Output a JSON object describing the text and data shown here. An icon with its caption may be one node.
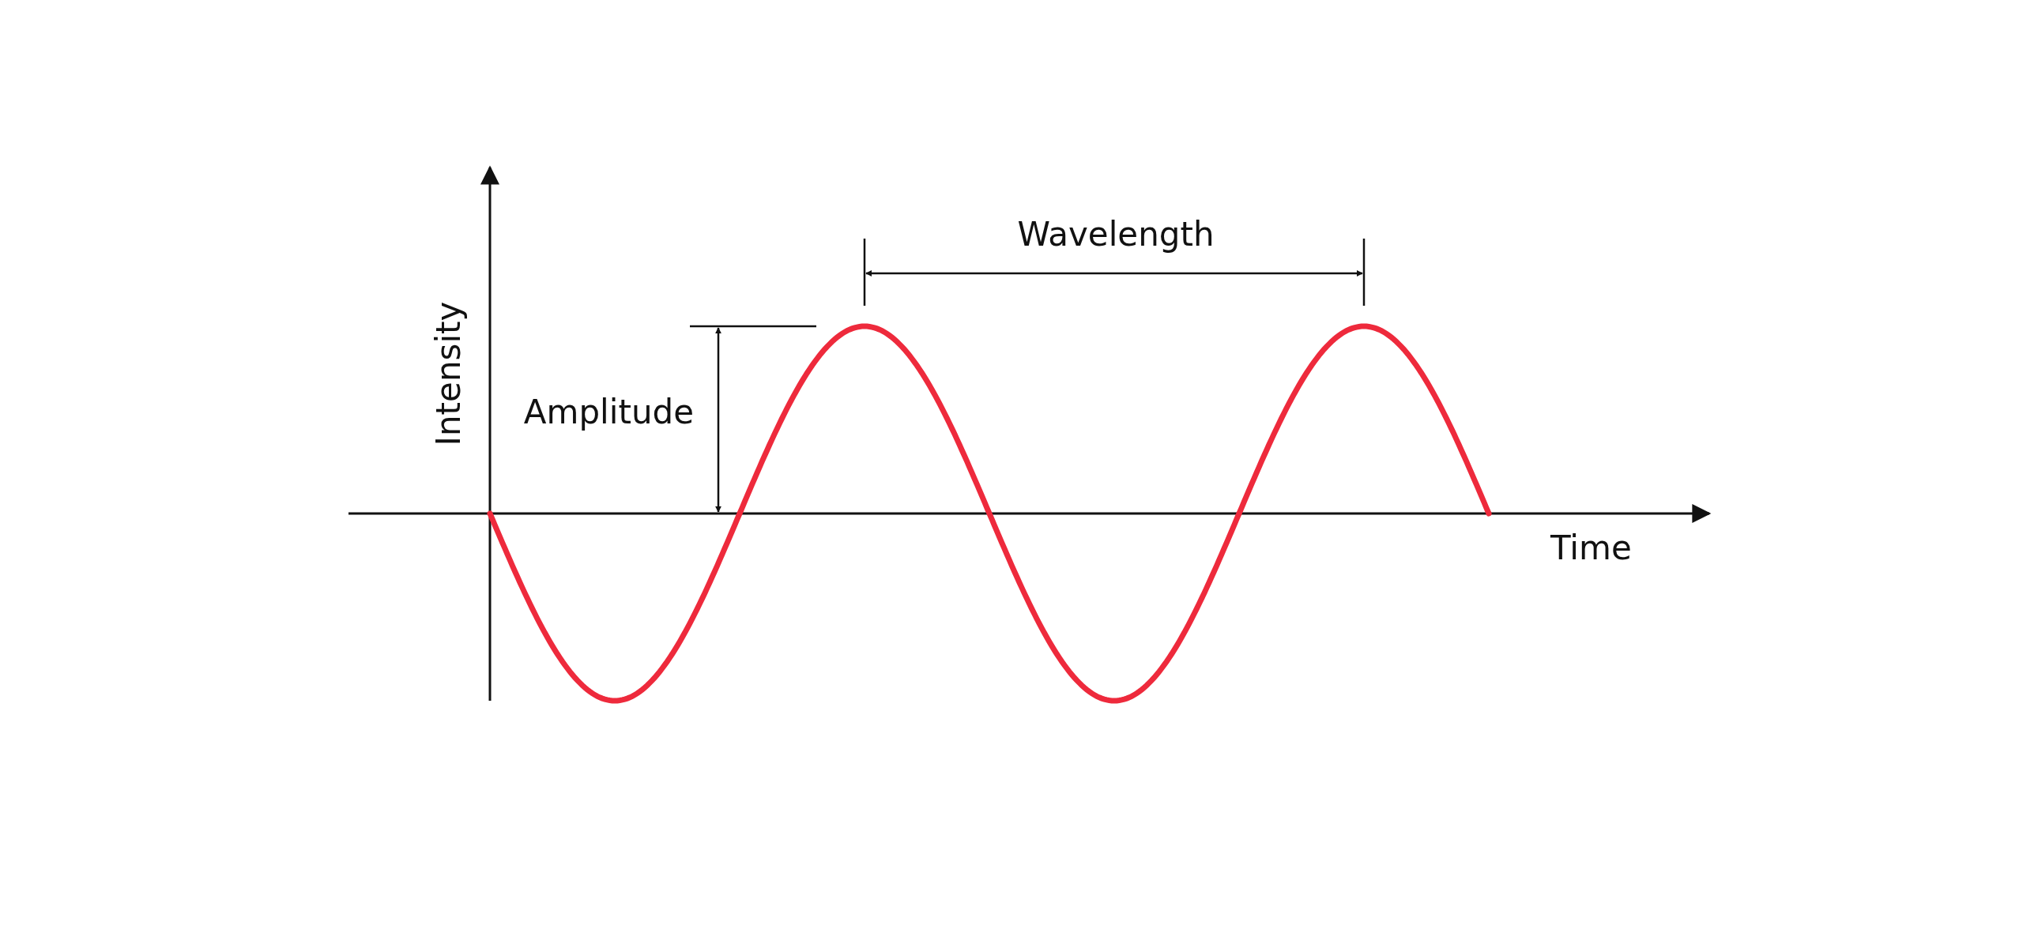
{
  "diagram": {
    "labels": [
      "Wavelength",
      "Intensity",
      "Amplitude",
      "Time"
    ]
  }
}
